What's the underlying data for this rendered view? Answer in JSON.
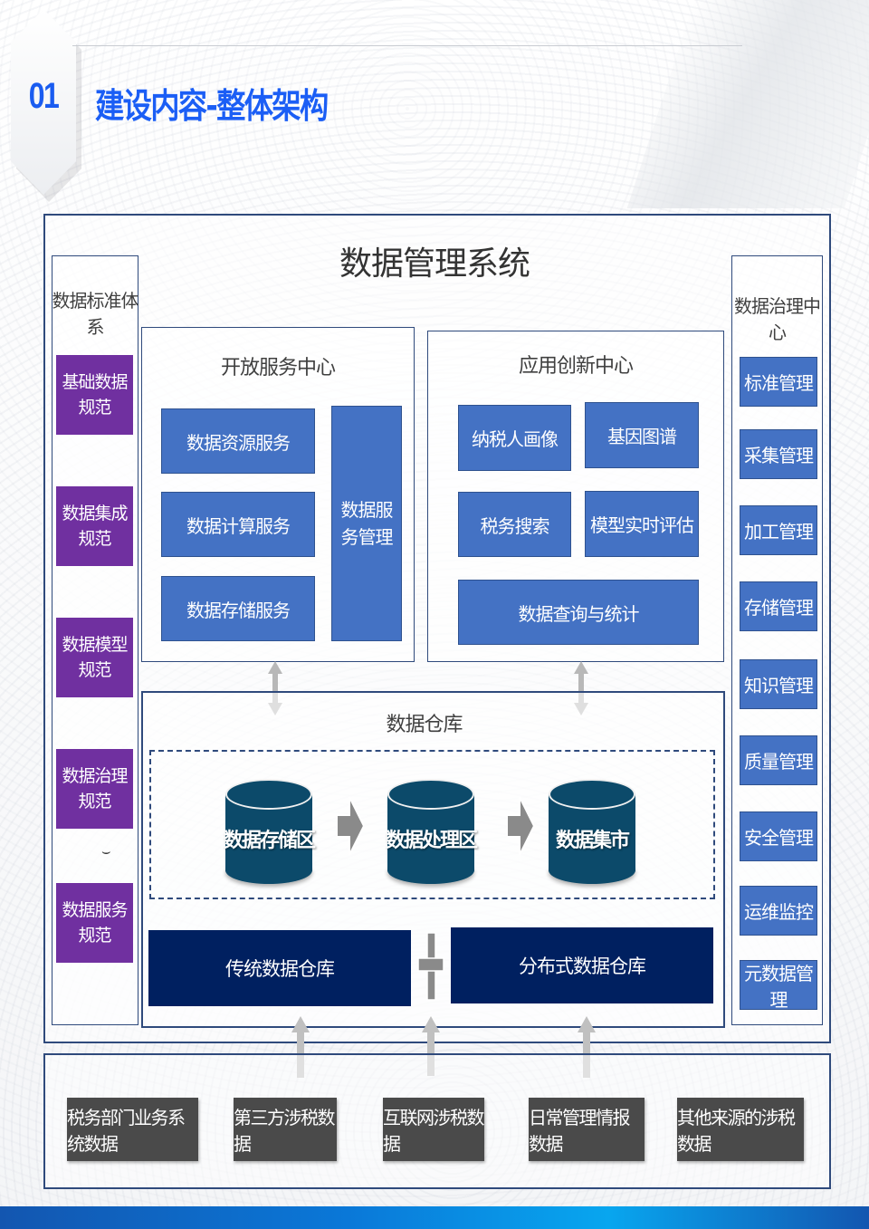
{
  "header": {
    "badge_number": "01",
    "title": "建设内容-整体架构"
  },
  "system": {
    "title": "数据管理系统"
  },
  "standards": {
    "title": "数据标准体系",
    "items": [
      {
        "line1": "基础数据",
        "line2": "规范"
      },
      {
        "line1": "数据集成",
        "line2": "规范"
      },
      {
        "line1": "数据模型",
        "line2": "规范"
      },
      {
        "line1": "数据治理",
        "line2": "规范"
      },
      {
        "line1": "数据服务",
        "line2": "规范"
      }
    ]
  },
  "open_service_center": {
    "title": "开放服务中心",
    "items": [
      "数据资源服务",
      "数据计算服务",
      "数据存储服务"
    ],
    "management": {
      "line1": "数据服",
      "line2": "务管理"
    }
  },
  "app_innovation_center": {
    "title": "应用创新中心",
    "items": [
      "纳税人画像",
      "基因图谱",
      "税务搜索",
      "模型实时评估",
      "数据查询与统计"
    ]
  },
  "warehouse": {
    "title": "数据仓库",
    "zones": [
      "数据存储区",
      "数据处理区",
      "数据集市"
    ],
    "types": [
      "传统数据仓库",
      "分布式数据仓库"
    ],
    "plus": "+"
  },
  "governance_center": {
    "title": "数据治理中心",
    "items": [
      "标准管理",
      "采集管理",
      "加工管理",
      "存储管理",
      "知识管理",
      "质量管理",
      "安全管理",
      "运维监控",
      "元数据管理"
    ]
  },
  "data_sources": {
    "items": [
      "税务部门业务系统数据",
      "第三方涉税数据",
      "互联网涉税数据",
      "日常管理情报数据",
      "其他来源的涉税数据"
    ]
  },
  "colors": {
    "title_blue": "#1b5ef5",
    "purple": "#7030a0",
    "block_blue": "#4472c4",
    "navy": "#002060",
    "cylinder": "#0c4a6a",
    "source_gray": "#4a4a4a",
    "frame": "#2f4a7c"
  },
  "stray_mark": "⌣"
}
